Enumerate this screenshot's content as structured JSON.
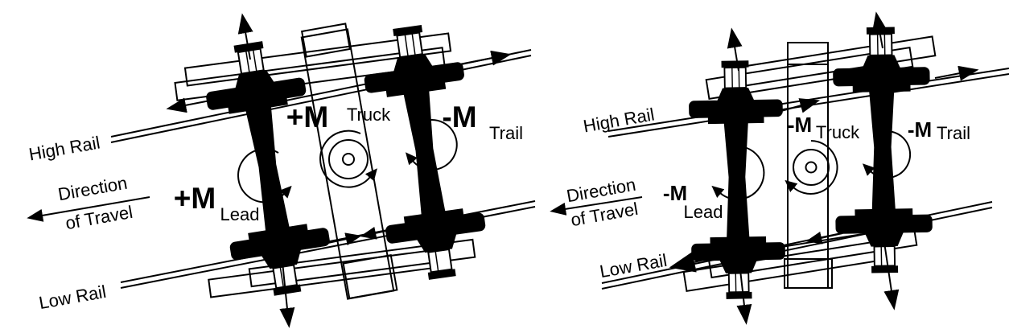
{
  "figure": {
    "title": "Truck curving moments diagram",
    "ink_color": "#000000",
    "background_color": "#ffffff"
  },
  "left_diagram": {
    "high_rail_label": "High Rail",
    "direction_label_line1": "Direction",
    "direction_label_line2": "of Travel",
    "low_rail_label": "Low Rail",
    "lead_moment": "+M",
    "lead_axle_label": "Lead",
    "truck_moment": "+M",
    "truck_label": "Truck",
    "trail_moment": "-M",
    "trail_axle_label": "Trail"
  },
  "right_diagram": {
    "high_rail_label": "High Rail",
    "direction_label_line1": "Direction",
    "direction_label_line2": "of Travel",
    "low_rail_label": "Low Rail",
    "lead_moment": "-M",
    "lead_axle_label": "Lead",
    "truck_moment": "-M",
    "truck_label": "Truck",
    "trail_moment": "-M",
    "trail_axle_label": "Trail"
  }
}
